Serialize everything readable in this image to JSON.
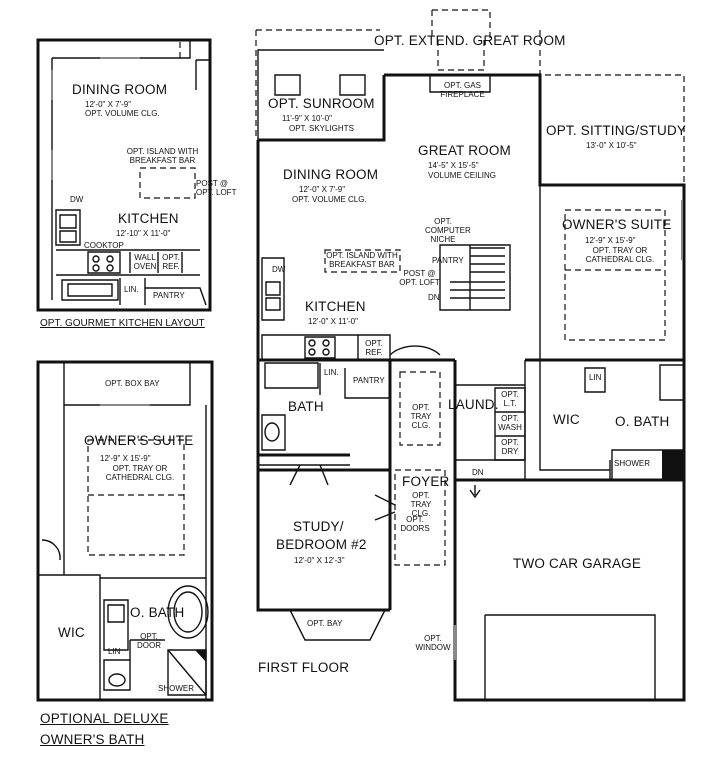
{
  "gourmet": {
    "dining": {
      "name": "DINING ROOM",
      "dims": "12'-0\" X 7'-9\"",
      "note": "OPT. VOLUME CLG."
    },
    "island": "OPT. ISLAND WITH BREAKFAST BAR",
    "post": "POST @ OPT. LOFT",
    "dw": "DW",
    "kitchen": {
      "name": "KITCHEN",
      "dims": "12'-10\" X 11'-0\""
    },
    "cooktop": "COOKTOP",
    "wall_oven": "WALL OVEN",
    "opt_ref": "OPT. REF.",
    "lin": "LIN.",
    "pantry": "PANTRY",
    "caption": "OPT. GOURMET KITCHEN LAYOUT"
  },
  "deluxe": {
    "box_bay": "OPT. BOX BAY",
    "suite": {
      "name": "OWNER'S SUITE",
      "dims": "12'-9\" X 15'-9\"",
      "note": "OPT. TRAY OR CATHEDRAL CLG."
    },
    "wic": "WIC",
    "obath": "O. BATH",
    "door": "OPT. DOOR",
    "lin": "LIN",
    "shower": "SHOWER",
    "caption_line1": "OPTIONAL DELUXE",
    "caption_line2": "OWNER'S BATH"
  },
  "main": {
    "extend": "OPT. EXTEND. GREAT ROOM",
    "gas_fireplace": "OPT. GAS FIREPLACE",
    "sunroom": {
      "name": "OPT. SUNROOM",
      "dims": "11'-9\" X 10'-0\"",
      "note": "OPT. SKYLIGHTS"
    },
    "great": {
      "name": "GREAT ROOM",
      "dims": "14'-5\" X 15'-5\"",
      "note": "VOLUME CEILING"
    },
    "sitting": {
      "name": "OPT. SITTING/STUDY",
      "dims": "13'-0\" X 10'-5\""
    },
    "dining": {
      "name": "DINING ROOM",
      "dims": "12'-0\" X 7'-9\"",
      "note": "OPT. VOLUME CLG."
    },
    "niche": "OPT. COMPUTER NICHE",
    "suite": {
      "name": "OWNER'S SUITE",
      "dims": "12'-9\" X 15'-9\"",
      "note": "OPT. TRAY OR CATHEDRAL CLG."
    },
    "island": "OPT. ISLAND WITH BREAKFAST BAR",
    "pantry_stair": "PANTRY",
    "post": "POST @ OPT. LOFT",
    "dn": "DN",
    "dw": "DW",
    "kitchen": {
      "name": "KITCHEN",
      "dims": "12'-0\" X 11'-0\""
    },
    "opt_ref": "OPT. REF.",
    "lin": "LIN.",
    "pantry": "PANTRY",
    "bath": "BATH",
    "tray": "OPT. TRAY CLG.",
    "laund": "LAUND.",
    "opt_lt": "OPT. L.T.",
    "opt_wash": "OPT. WASH",
    "opt_dry": "OPT. DRY",
    "wic": "WIC",
    "lin2": "LIN",
    "obath": "O. BATH",
    "shower": "SHOWER",
    "foyer": {
      "name": "FOYER",
      "note": "OPT. TRAY CLG."
    },
    "doors": "OPT. DOORS",
    "dn2": "DN",
    "study": {
      "name1": "STUDY/",
      "name2": "BEDROOM #2",
      "dims": "12'-0\" X 12'-3\""
    },
    "bay": "OPT. BAY",
    "garage": "TWO CAR GARAGE",
    "window": "OPT. WINDOW",
    "floor": "FIRST FLOOR"
  }
}
